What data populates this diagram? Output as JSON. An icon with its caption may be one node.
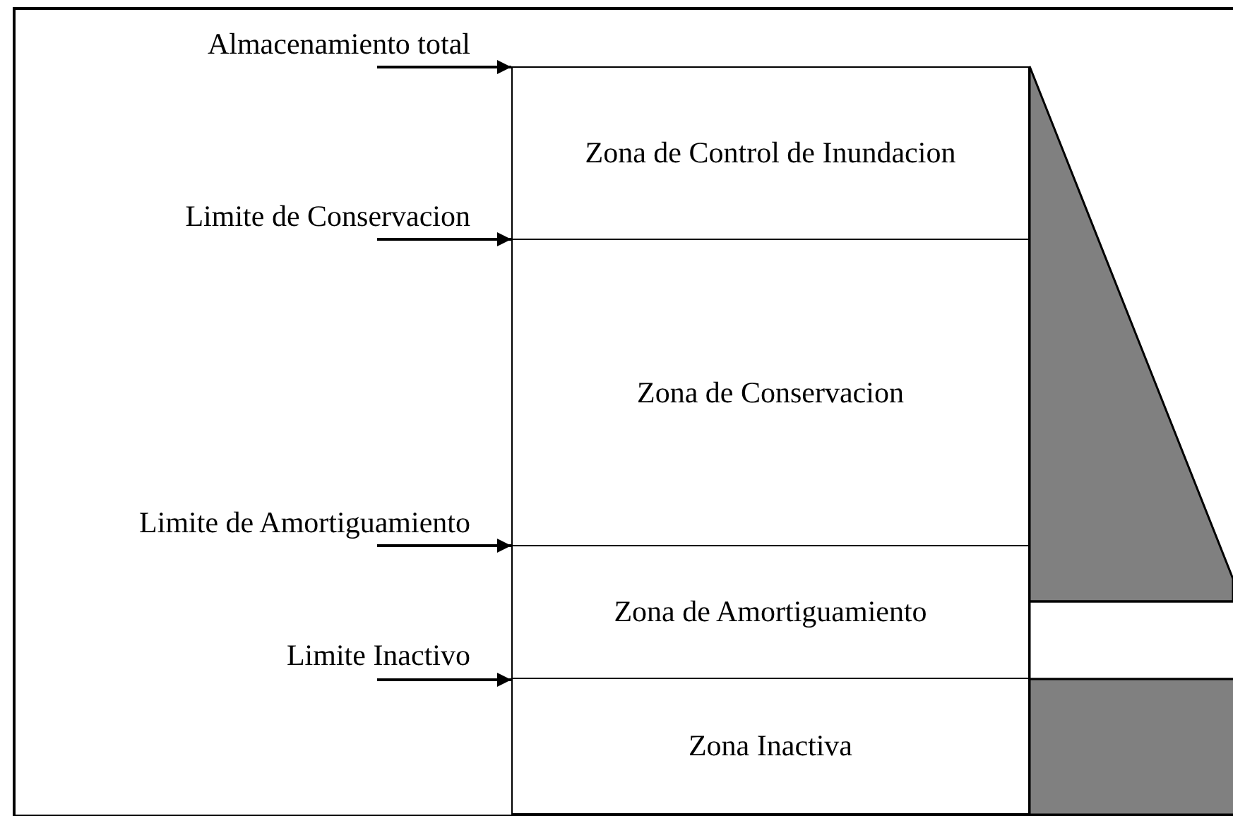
{
  "diagram": {
    "nodes": [
      {
        "text": [
          "Almacenamiento total"
        ]
      },
      {
        "text": [
          "Limite de Conservacion"
        ]
      },
      {
        "text": [
          "Limite de Amortiguamiento"
        ]
      },
      {
        "text": [
          "Limite Inactivo"
        ]
      },
      {
        "text": [
          "Zona de Control de Inundacion"
        ]
      },
      {
        "text": [
          "Zona de Conservacion"
        ]
      },
      {
        "text": [
          "Zona de Amortiguamiento"
        ]
      },
      {
        "text": [
          "Zona Inactiva"
        ]
      }
    ],
    "edges": [
      {
        "from": 0,
        "to": 4,
        "arrow": "to"
      },
      {
        "from": 1,
        "to": 5,
        "arrow": "to"
      },
      {
        "from": 2,
        "to": 6,
        "arrow": "to"
      },
      {
        "from": 3,
        "to": 7,
        "arrow": "to"
      }
    ]
  }
}
